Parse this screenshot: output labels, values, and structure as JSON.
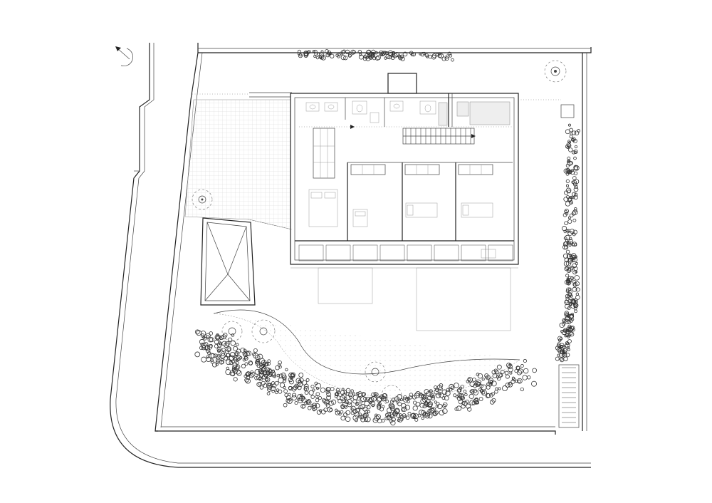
{
  "drawing": {
    "type": "site floor plan",
    "rooms": {
      "bedrooms": 4,
      "bathrooms": 3
    },
    "colors": {
      "line": "#222222",
      "thin_line": "#999999",
      "foliage": "#333333",
      "paving": "#eeeeee",
      "background": "#ffffff"
    },
    "icons": [
      "north-arrow-icon",
      "tree-symbol-icon",
      "shrub-cluster-icon"
    ]
  }
}
